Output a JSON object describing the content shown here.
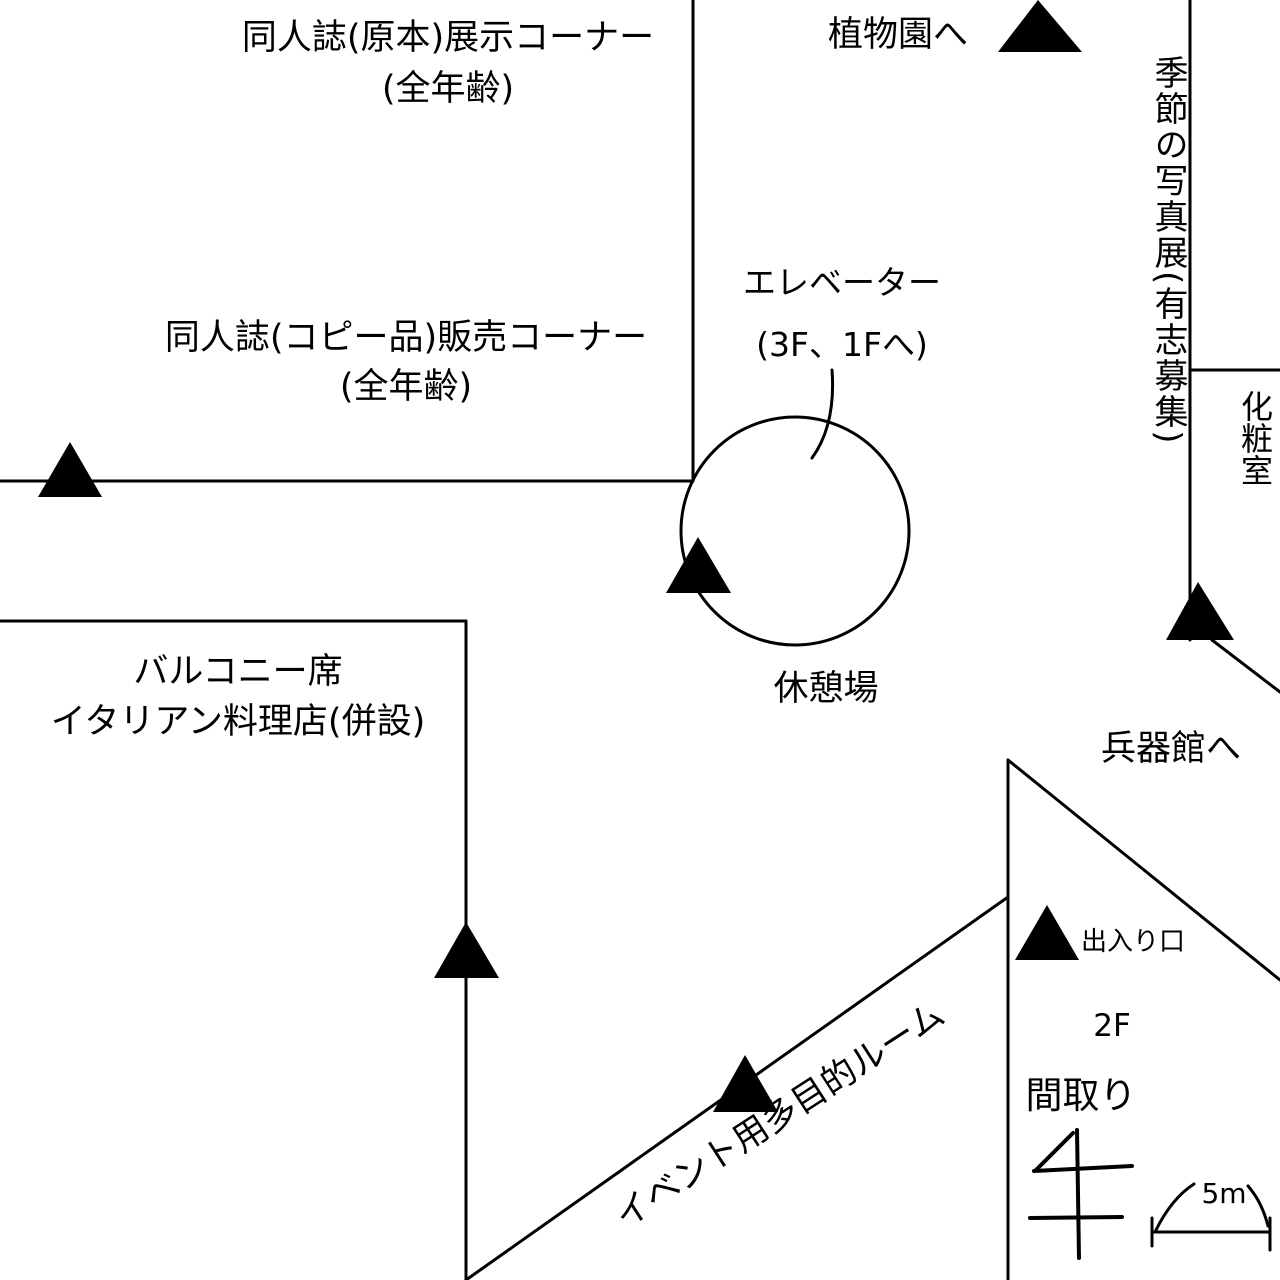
{
  "map": {
    "floor": "2F",
    "legend_title": "間取り",
    "scale_label": "5m",
    "rooms": {
      "doujin_original": {
        "line1": "同人誌(原本)展示コーナー",
        "line2": "(全年齢)"
      },
      "doujin_copy": {
        "line1": "同人誌(コピー品)販売コーナー",
        "line2": "(全年齢)"
      },
      "balcony": {
        "line1": "バルコニー席",
        "line2": "イタリアン料理店(併設)"
      },
      "elevator": {
        "line1": "エレベーター",
        "line2": "(3F、1Fへ)"
      },
      "rest_area": "休憩場",
      "seasonal_photo": "季節の写真展(有志募集)",
      "restroom": "化粧室",
      "event_room": "イベント用多目的ルーム",
      "botanical": "植物園へ",
      "armory": "兵器館へ",
      "entrance": "出入り口"
    }
  }
}
